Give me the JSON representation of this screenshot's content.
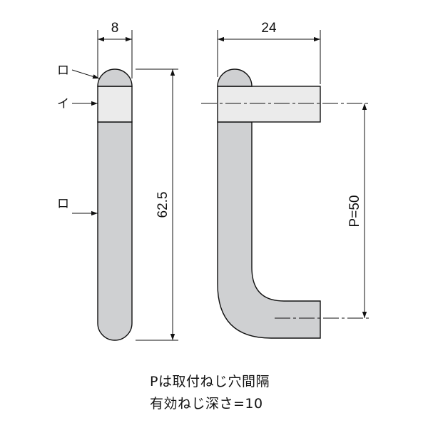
{
  "dimensions": {
    "thickness": "8",
    "depth": "24",
    "length": "62.5",
    "pitch": "P=50"
  },
  "part_labels": {
    "top_cap": "ロ",
    "collar": "イ",
    "body": "ロ"
  },
  "notes": {
    "line1": "Pは取付ねじ穴間隔",
    "line2": "有効ねじ深さ=10"
  },
  "colors": {
    "body_fill": "#cfd0d2",
    "collar_fill": "#ebebeb",
    "line": "#111111"
  }
}
